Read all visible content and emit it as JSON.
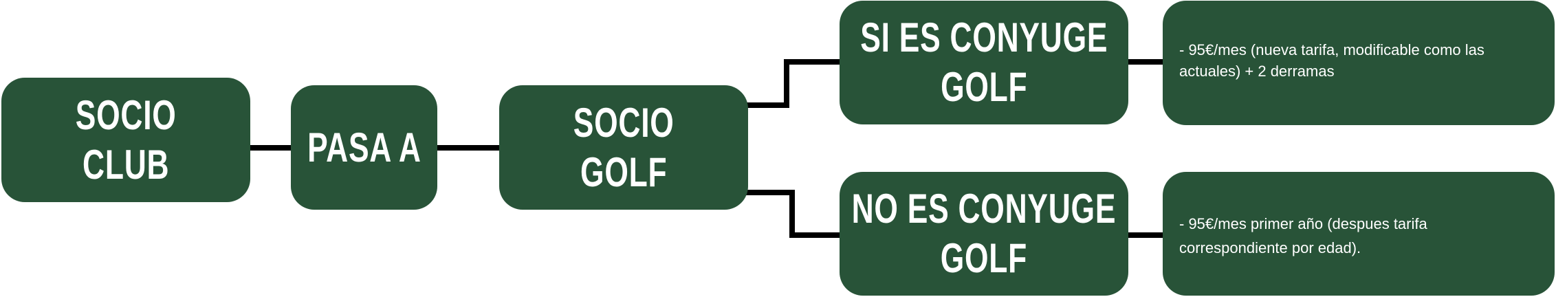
{
  "nodes": {
    "socio_club": {
      "line1": "SOCIO",
      "line2": "CLUB"
    },
    "pasa_a": {
      "line1": "PASA A"
    },
    "socio_golf": {
      "line1": "SOCIO",
      "line2": "GOLF"
    },
    "si_conyuge": {
      "line1": "SI ES CONYUGE",
      "line2": "GOLF"
    },
    "no_conyuge": {
      "line1": "NO ES CONYUGE",
      "line2": "GOLF"
    },
    "si_detail": {
      "text": "- 95€/mes (nueva tarifa, modificable como las actuales) + 2 derramas"
    },
    "no_detail": {
      "text": "- 95€/mes primer año (despues tarifa correspondiente por edad)."
    }
  },
  "colors": {
    "box": "#285338",
    "connector": "#000000",
    "text": "#ffffff"
  }
}
